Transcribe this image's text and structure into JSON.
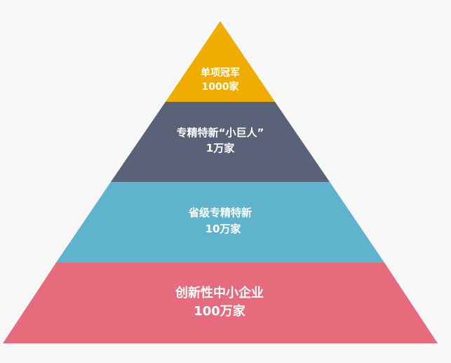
{
  "pyramid": {
    "tiers": [
      {
        "name": "单项冠军",
        "count": "1000家",
        "color": "#f0ad00"
      },
      {
        "name": "专精特新“小巨人”",
        "count": "1万家",
        "color": "#5a6278"
      },
      {
        "name": "省级专精特新",
        "count": "10万家",
        "color": "#5fb3cc"
      },
      {
        "name": "创新性中小企业",
        "count": "100万家",
        "color": "#e66b7c"
      }
    ]
  }
}
